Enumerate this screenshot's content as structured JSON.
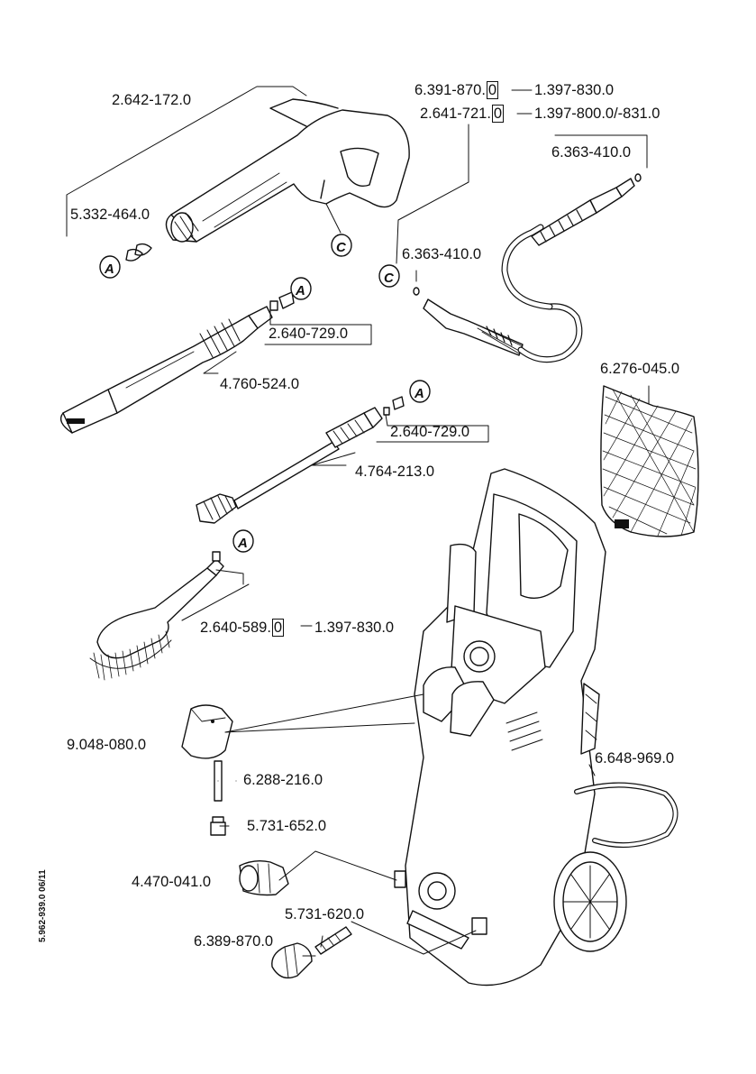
{
  "doc_code": "5.962-939.0  06/11",
  "labels": {
    "trigger_gun": "2.642-172.0",
    "gun_part": "5.332-464.0",
    "hose_pn": "6.391-870.",
    "hose_pn_box": "0",
    "hose_pn_alt": "1.397-830.0",
    "hose2_pn": "2.641-721.",
    "hose2_pn_box": "0",
    "hose2_pn_alt": "1.397-800.0/-831.0",
    "oring_top": "6.363-410.0",
    "oring_mid": "6.363-410.0",
    "filter": "6.276-045.0",
    "lance_adapter_1": "2.640-729.0",
    "vario_lance": "4.760-524.0",
    "lance_adapter_2": "2.640-729.0",
    "dirtblaster": "4.764-213.0",
    "brush_pn": "2.640-589.",
    "brush_pn_box": "0",
    "brush_pn_alt": "1.397-830.0",
    "detergent_cap": "9.048-080.0",
    "pin": "6.288-216.0",
    "stud_small": "5.731-652.0",
    "coupling": "4.470-041.0",
    "screw": "5.731-620.0",
    "inlet_coupling": "6.389-870.0",
    "hose_reel": "6.648-969.0"
  },
  "markers": {
    "a": "A",
    "c": "C"
  }
}
